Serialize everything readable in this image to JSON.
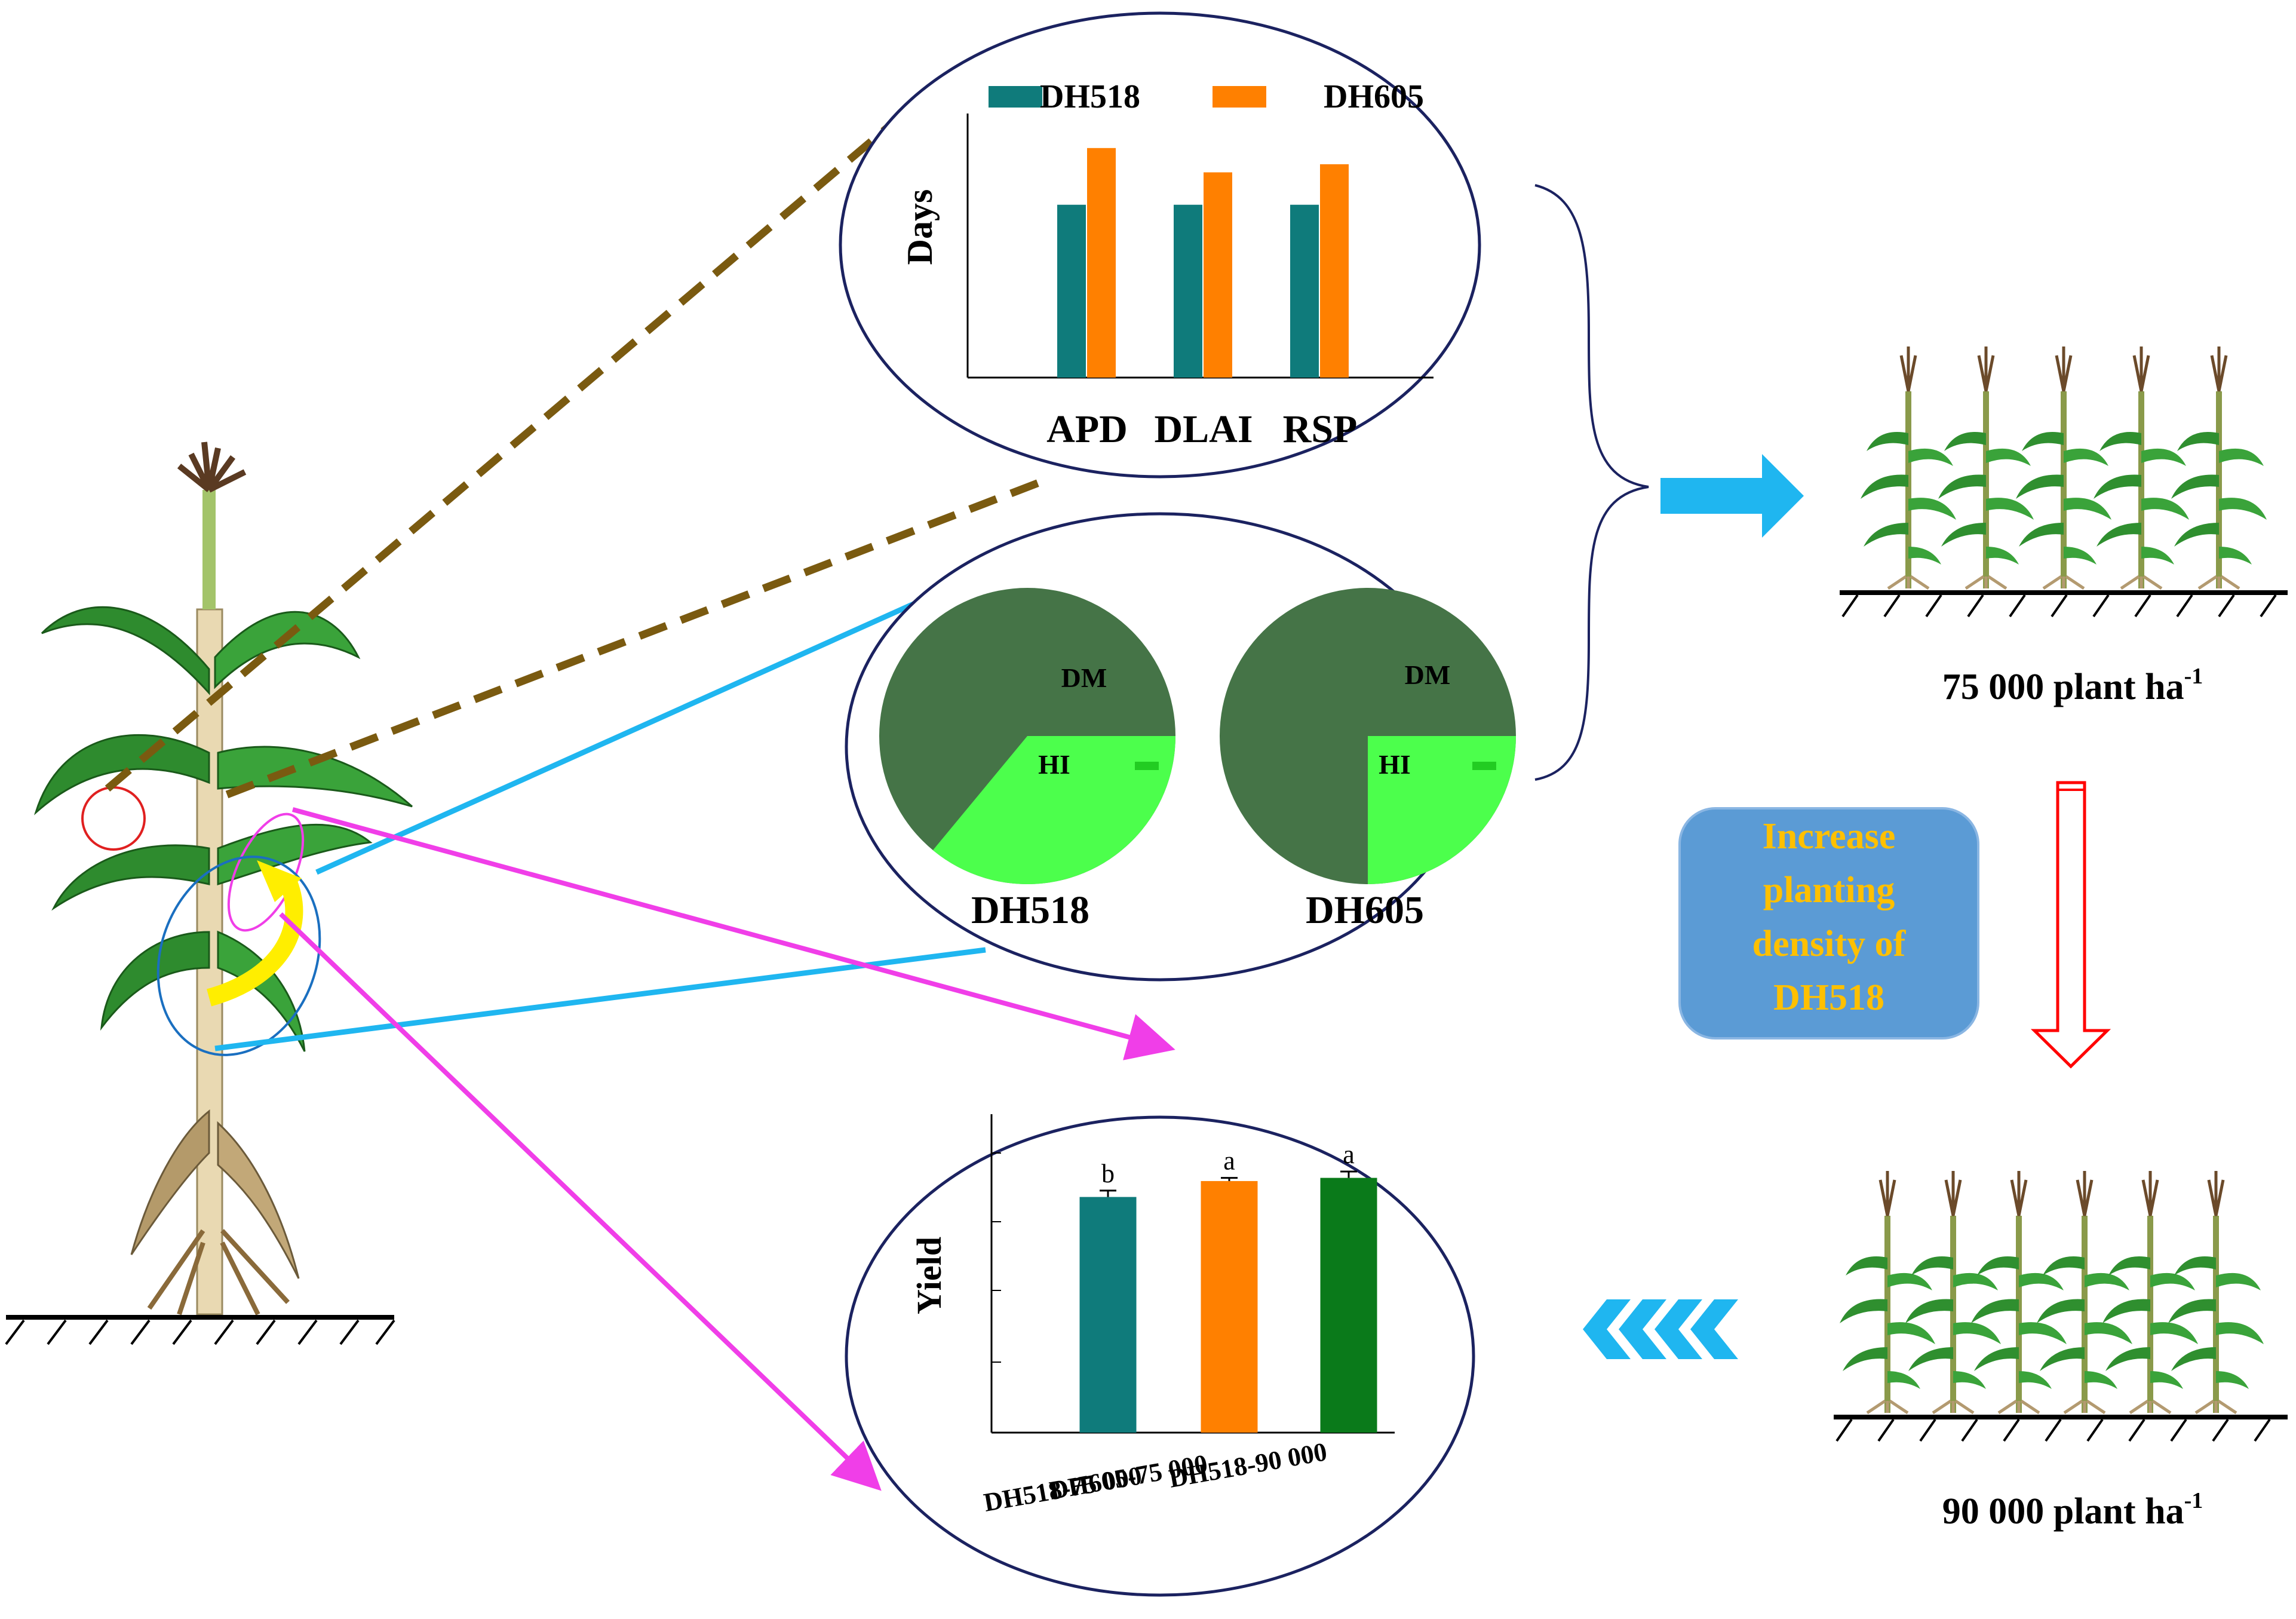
{
  "top_chart": {
    "legend": [
      "DH518",
      "DH605"
    ],
    "ylabel": "Days",
    "categories": [
      "APD",
      "DLAI",
      "RSP"
    ]
  },
  "pie_charts": {
    "dm_label": "DM",
    "hi_label": "HI",
    "names": [
      "DH518",
      "DH605"
    ]
  },
  "yield_chart": {
    "ylabel": "Yield",
    "categories": [
      "DH518-75 000",
      "DH605-75 000",
      "DH518-90 000"
    ],
    "significance": [
      "b",
      "a",
      "a"
    ]
  },
  "density": {
    "low_label": "75 000 plant ha",
    "low_sup": "-1",
    "high_label": "90 000 plant ha",
    "high_sup": "-1"
  },
  "action_box": {
    "lines": [
      "Increase",
      "planting",
      "density of",
      "DH518"
    ]
  },
  "colors": {
    "dh518": "#0f7b7b",
    "dh605": "#ff8000",
    "dh518_90k": "#0a7a1a",
    "pie_dm": "#457447",
    "pie_hi": "#4cff4c",
    "ellipse": "#1b2260",
    "connector_brown": "#7a5a10",
    "connector_blue": "#1fb6f0",
    "connector_magenta": "#f03ee8",
    "box_fill": "#5b9bd5",
    "box_text": "#ffc000",
    "red_arrow": "#ff0000"
  },
  "chart_data": [
    {
      "type": "bar",
      "title": "",
      "ylabel": "Days",
      "xlabel": "",
      "categories": [
        "APD",
        "DLAI",
        "RSP"
      ],
      "series": [
        {
          "name": "DH518",
          "values": [
            0.64,
            0.64,
            0.64
          ]
        },
        {
          "name": "DH605",
          "values": [
            0.85,
            0.76,
            0.79
          ]
        }
      ],
      "ylim": [
        0,
        1
      ],
      "legend": "top",
      "grid": false
    },
    {
      "type": "pie",
      "title": "DH518",
      "labels": [
        "DM",
        "HI"
      ],
      "values": [
        64,
        36
      ]
    },
    {
      "type": "pie",
      "title": "DH605",
      "labels": [
        "DM",
        "HI"
      ],
      "values": [
        75,
        25
      ]
    },
    {
      "type": "bar",
      "title": "",
      "ylabel": "Yield",
      "xlabel": "",
      "categories": [
        "DH518-75 000",
        "DH605-75 000",
        "DH518-90 000"
      ],
      "values": [
        0.74,
        0.79,
        0.8
      ],
      "errors": [
        0.02,
        0.01,
        0.02
      ],
      "significance": [
        "b",
        "a",
        "a"
      ],
      "ylim": [
        0,
        1
      ],
      "grid": false
    }
  ]
}
